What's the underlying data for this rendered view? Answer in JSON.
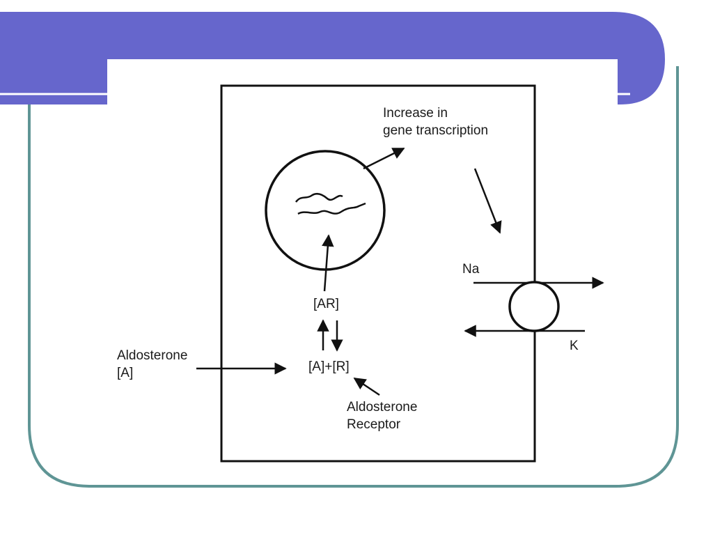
{
  "theme": {
    "header_color": "#6666cc",
    "frame_color": "#5f9595",
    "ink_color": "#111111",
    "background": "#ffffff"
  },
  "diagram": {
    "gene_label_line1": "Increase in",
    "gene_label_line2": "gene transcription",
    "complex_label": "[AR]",
    "reaction_label": "[A]+[R]",
    "aldosterone_line1": "Aldosterone",
    "aldosterone_line2": "[A]",
    "receptor_line1": "Aldosterone",
    "receptor_line2": "Receptor",
    "na_label": "Na",
    "k_label": "K"
  }
}
